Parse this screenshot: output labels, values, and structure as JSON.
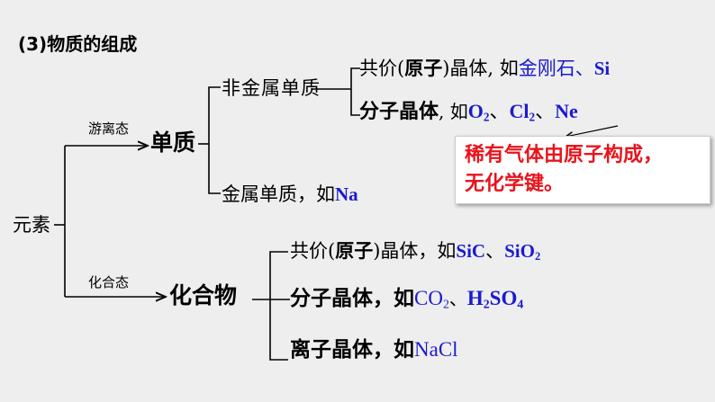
{
  "title": "(3)物质的组成",
  "root": "元素",
  "free_state": {
    "label": "游离态",
    "node": "单质",
    "nonmetal": {
      "label": "非金属单质",
      "covalent": {
        "prefix": "共价(",
        "bold": "原子",
        "suffix": ")晶体, 如",
        "ex1": "金刚石、",
        "ex2": "Si"
      },
      "molecular": {
        "bold": "分子晶体",
        "suffix": ", 如",
        "o": "O",
        "o_sub": "2",
        "sep1": "、",
        "cl": "Cl",
        "cl_sub": "2",
        "sep2": "、",
        "ne": "Ne"
      }
    },
    "metal": {
      "label": "金属单质，如",
      "ex": "Na"
    }
  },
  "note": {
    "line1": "稀有气体由原子构成，",
    "line2": "无化学键。"
  },
  "combined_state": {
    "label": "化合态",
    "node": "化合物",
    "covalent": {
      "prefix": "共价(",
      "bold": "原子",
      "suffix": ")晶体，如",
      "ex1": "SiC",
      "sep": "、",
      "ex2": "SiO",
      "ex2_sub": "2"
    },
    "molecular": {
      "bold": "分子晶体，如",
      "ex1": "CO",
      "ex1_sub": "2",
      "sep": "、",
      "h": "H",
      "h_sub": "2",
      "so": "SO",
      "so_sub": "4"
    },
    "ionic": {
      "bold": "离子晶体，如",
      "ex": "NaCl"
    }
  }
}
